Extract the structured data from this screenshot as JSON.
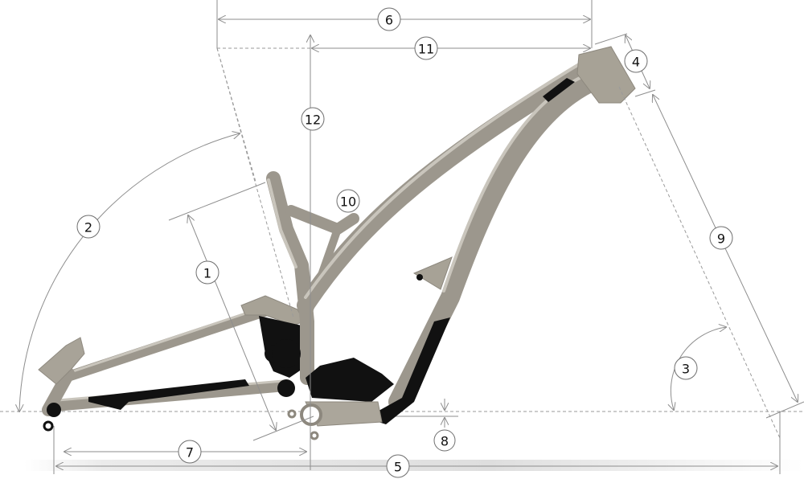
{
  "diagram": {
    "subject": "full-suspension bicycle frame geometry",
    "colors": {
      "frame": "#9c978d",
      "frame_highlight": "#c9c5bc",
      "dimension_lines": "#8e8e8e",
      "callout_border": "#6f6f6f",
      "black_parts": "#111111"
    },
    "callouts": [
      {
        "id": "1",
        "label": "1"
      },
      {
        "id": "2",
        "label": "2"
      },
      {
        "id": "3",
        "label": "3"
      },
      {
        "id": "4",
        "label": "4"
      },
      {
        "id": "5",
        "label": "5"
      },
      {
        "id": "6",
        "label": "6"
      },
      {
        "id": "7",
        "label": "7"
      },
      {
        "id": "8",
        "label": "8"
      },
      {
        "id": "9",
        "label": "9"
      },
      {
        "id": "10",
        "label": "10"
      },
      {
        "id": "11",
        "label": "11"
      },
      {
        "id": "12",
        "label": "12"
      }
    ]
  }
}
